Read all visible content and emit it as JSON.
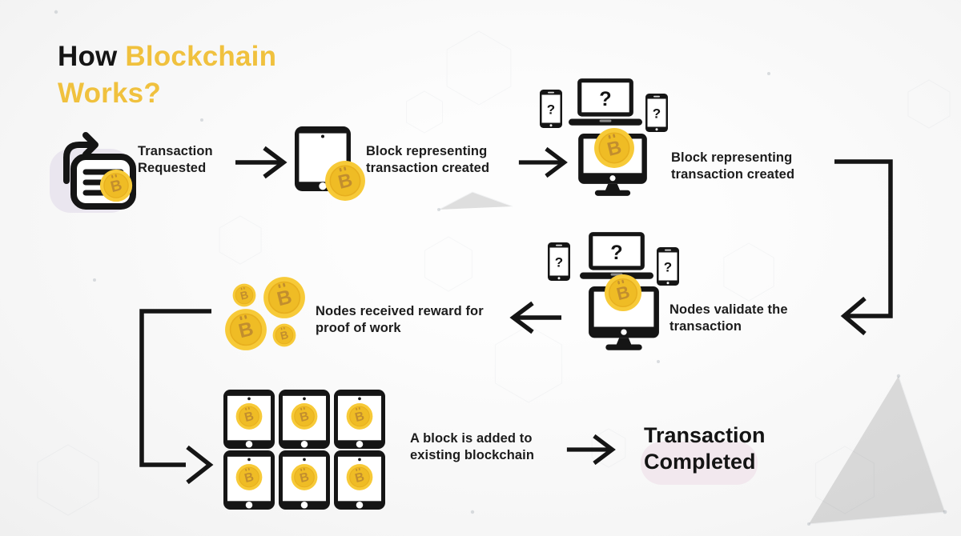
{
  "title": {
    "word1": "How",
    "word2": "Blockchain",
    "line2": "Works?"
  },
  "colors": {
    "ink": "#151515",
    "accent_gold": "#F0C13E",
    "coin_gold": "#F7CA38",
    "coin_shade": "#EFBC25",
    "coin_symbol_color": "#C28E2E",
    "blob_lavender": "#EAE6EF",
    "blob_pink": "#F2E8EE",
    "background": "#F8F8F8"
  },
  "icons": {
    "coin_symbol": "B",
    "device_placeholder": "?"
  },
  "steps": [
    {
      "id": 1,
      "label": "Transaction Requested",
      "icon": "document-transfer-with-coin"
    },
    {
      "id": 2,
      "label": "Block representing transaction created",
      "icon": "tablet-with-coin"
    },
    {
      "id": 3,
      "label": "Block representing transaction created",
      "icon": "device-network-with-coin"
    },
    {
      "id": 4,
      "label": "Nodes validate the transaction",
      "icon": "device-network-with-coin"
    },
    {
      "id": 5,
      "label": "Nodes received reward for proof of work",
      "icon": "bitcoin-coins-cluster"
    },
    {
      "id": 6,
      "label": "A block is added to existing blockchain",
      "icon": "tablet-grid-six-with-coins"
    },
    {
      "id": 7,
      "label": "Transaction Completed",
      "icon": "highlight-blob"
    }
  ]
}
